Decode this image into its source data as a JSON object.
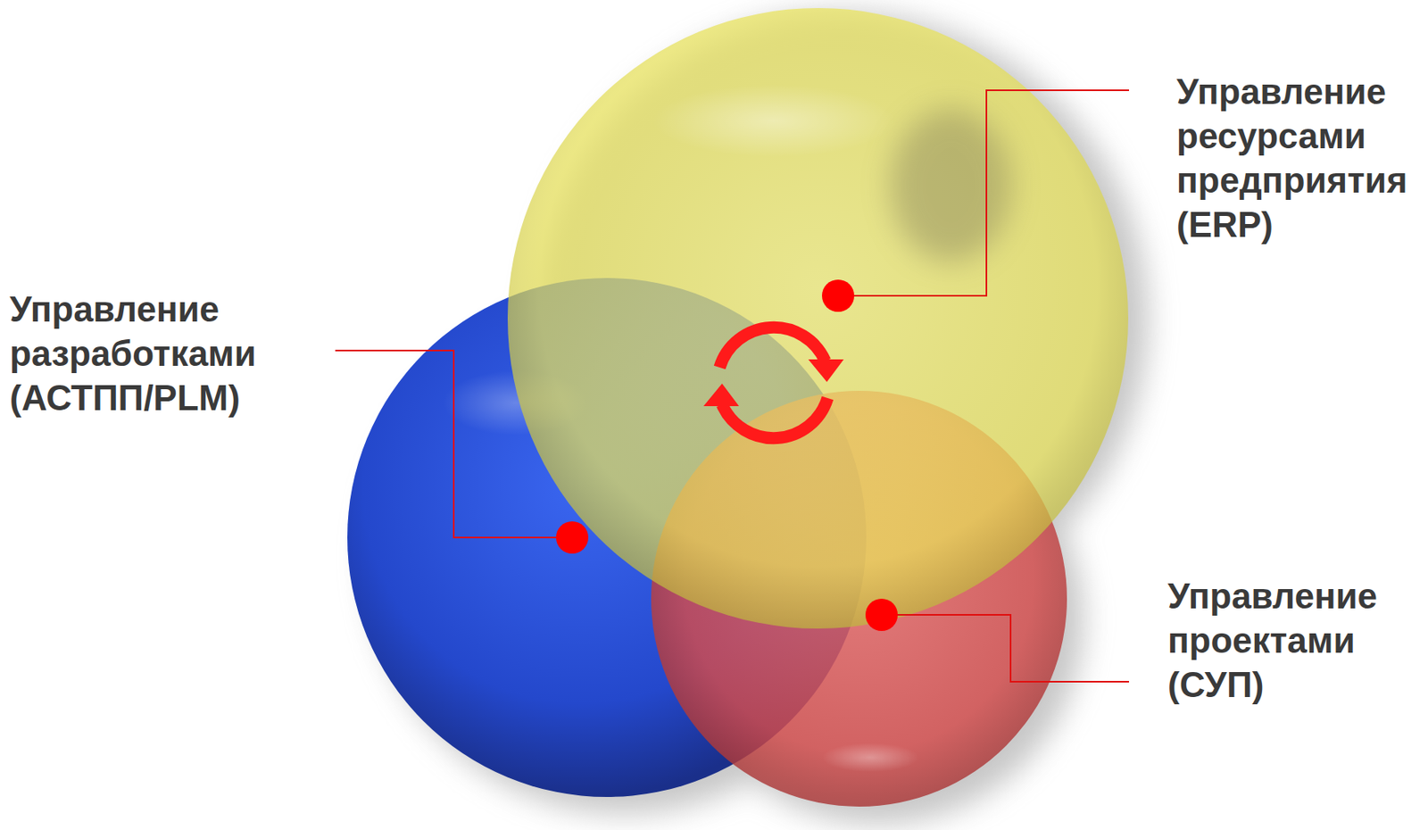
{
  "diagram": {
    "nodes": [
      {
        "text": [
          "Управление ресурсами предприятия (ERP)"
        ]
      },
      {
        "text": [
          "Управление разработками (АСТПП/PLM)"
        ]
      },
      {
        "text": [
          "Управление проектами (СУП)"
        ]
      }
    ]
  }
}
